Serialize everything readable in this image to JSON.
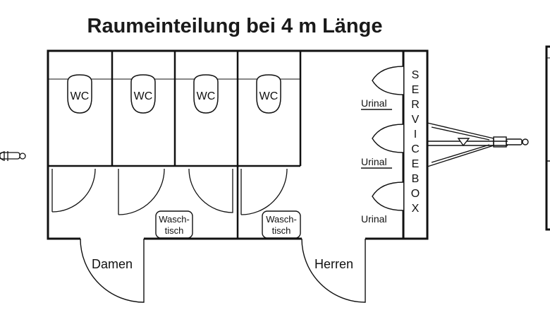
{
  "title": "Raumeinteilung bei 4 m Länge",
  "wc_label": "WC",
  "urinal_label": "Urinal",
  "wash_label_line1": "Wasch-",
  "wash_label_line2": "tisch",
  "service_box_letters": [
    "S",
    "E",
    "R",
    "V",
    "I",
    "C",
    "E",
    "B",
    "O",
    "X"
  ],
  "entrance_women": "Damen",
  "entrance_men": "Herren"
}
